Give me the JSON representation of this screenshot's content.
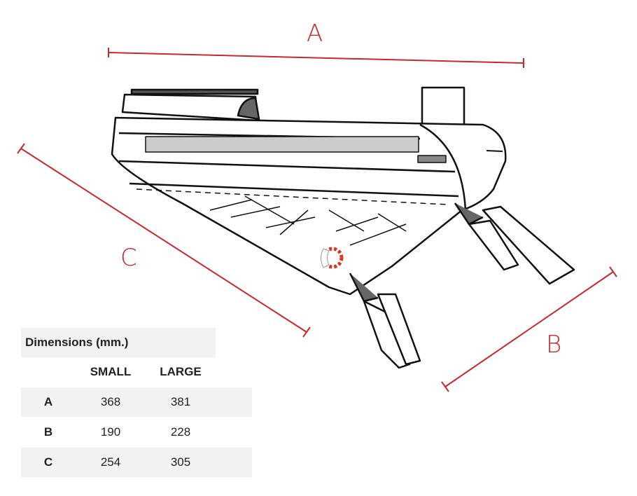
{
  "dimension_labels": {
    "a": "A",
    "b": "B",
    "c": "C"
  },
  "colors": {
    "accent": "#c8282e",
    "row_shade": "#f2f2f2"
  },
  "table": {
    "title": "Dimensions (mm.)",
    "columns": [
      "",
      "SMALL",
      "LARGE"
    ],
    "rows": [
      {
        "label": "A",
        "small": "368",
        "large": "381"
      },
      {
        "label": "B",
        "small": "190",
        "large": "228"
      },
      {
        "label": "C",
        "small": "254",
        "large": "305"
      }
    ]
  }
}
